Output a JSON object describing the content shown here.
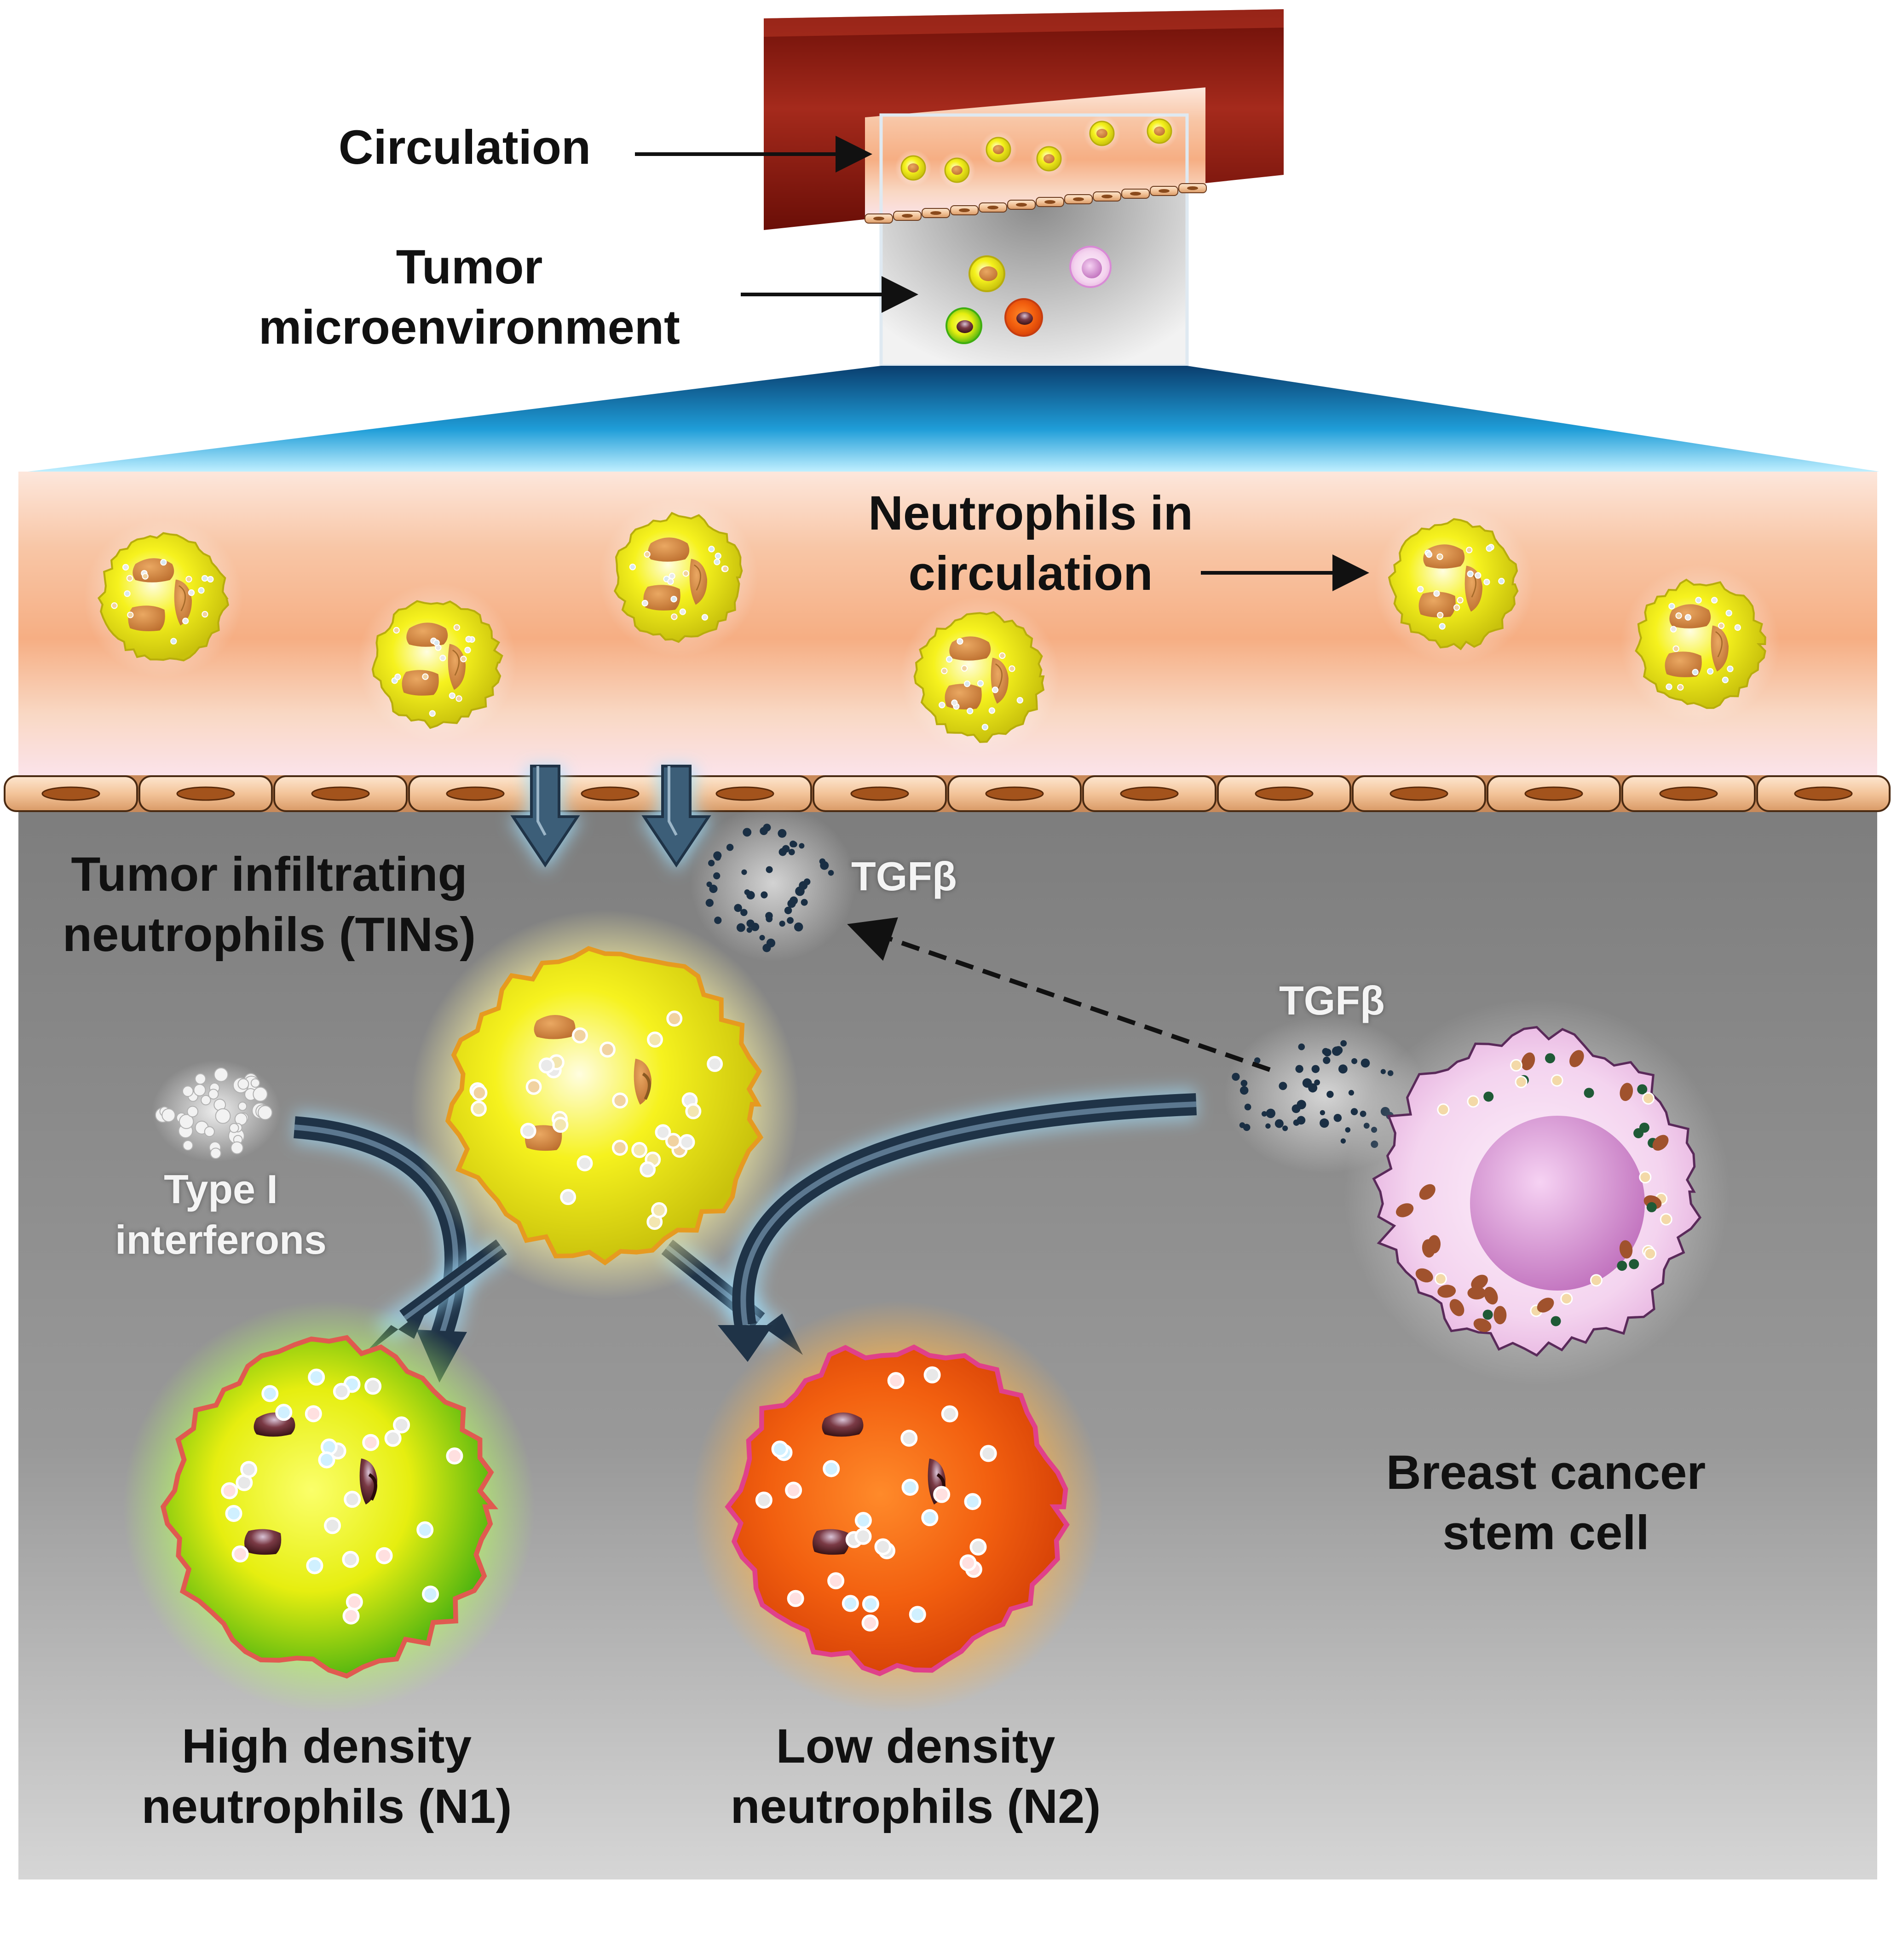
{
  "labels": {
    "circulation": "Circulation",
    "tme_line1": "Tumor",
    "tme_line2": "microenvironment",
    "neutro_circ_line1": "Neutrophils in",
    "neutro_circ_line2": "circulation",
    "tins_line1": "Tumor infiltrating",
    "tins_line2": "neutrophils (TINs)",
    "tgfb_top": "TGFβ",
    "tgfb_right": "TGFβ",
    "ifn_line1": "Type I",
    "ifn_line2": "interferons",
    "n1_line1": "High density",
    "n1_line2": "neutrophils (N1)",
    "n2_line1": "Low density",
    "n2_line2": "neutrophils (N2)",
    "csc_line1": "Breast cancer",
    "csc_line2": "stem cell"
  },
  "colors": {
    "vessel_outer": "#8b1a10",
    "vessel_lumen": "#f7b58a",
    "tumor_bg": "#8d8d8d",
    "neutrophil": "#f3ef1e",
    "neutrophil_edge": "#c7bf10",
    "nucleus": "#d5883f",
    "n1": "#7fd21a",
    "n2": "#f25a10",
    "stem_cell": "#f0c4ea",
    "stem_nucleus": "#d98ad6",
    "arrow": "#1f3347",
    "arrow_glow": "#9fe0ff",
    "zoom_blue": "#2aa6d8"
  }
}
